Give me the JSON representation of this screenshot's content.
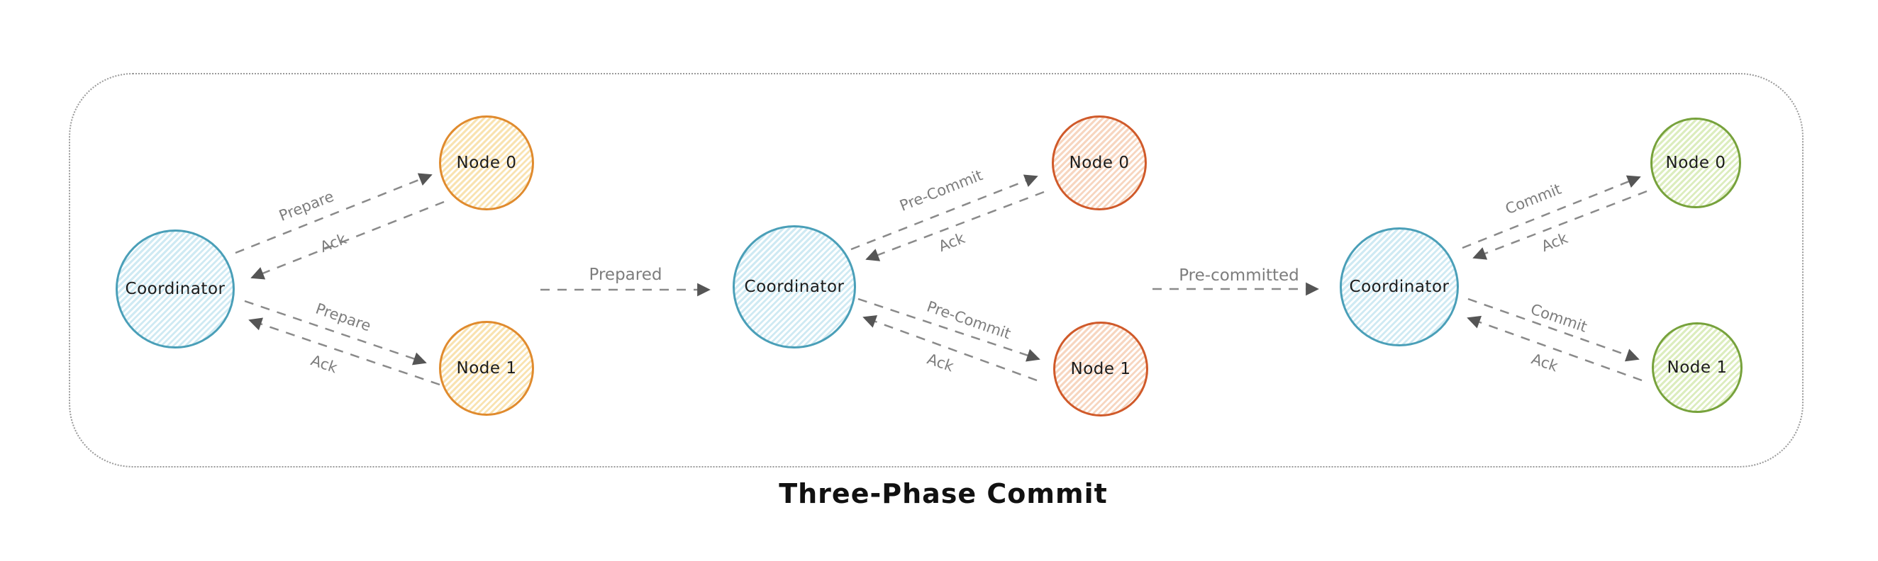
{
  "diagram": {
    "title": "Three-Phase Commit",
    "phases": [
      {
        "coordinator": "Coordinator",
        "nodes": [
          "Node 0",
          "Node 1"
        ],
        "request_label": "Prepare",
        "ack_label": "Ack"
      },
      {
        "coordinator": "Coordinator",
        "nodes": [
          "Node 0",
          "Node 1"
        ],
        "request_label": "Pre-Commit",
        "ack_label": "Ack"
      },
      {
        "coordinator": "Coordinator",
        "nodes": [
          "Node 0",
          "Node 1"
        ],
        "request_label": "Commit",
        "ack_label": "Ack"
      }
    ],
    "transitions": [
      "Prepared",
      "Pre-committed"
    ],
    "colors": {
      "coordinator_stroke": "#4a9fb8",
      "coordinator_fill": "#cfeaf3",
      "phase1_node_stroke": "#e08b2e",
      "phase1_node_fill": "#f9e3b1",
      "phase2_node_stroke": "#d05a2a",
      "phase2_node_fill": "#f7d6c0",
      "phase3_node_stroke": "#77a23c",
      "phase3_node_fill": "#dcedbe",
      "arrow_line": "#8a8a8a",
      "arrowhead": "#555555",
      "message_label_text": "#7d7d7d",
      "frame_border": "#9a9a9a",
      "title_text": "#111111"
    }
  }
}
